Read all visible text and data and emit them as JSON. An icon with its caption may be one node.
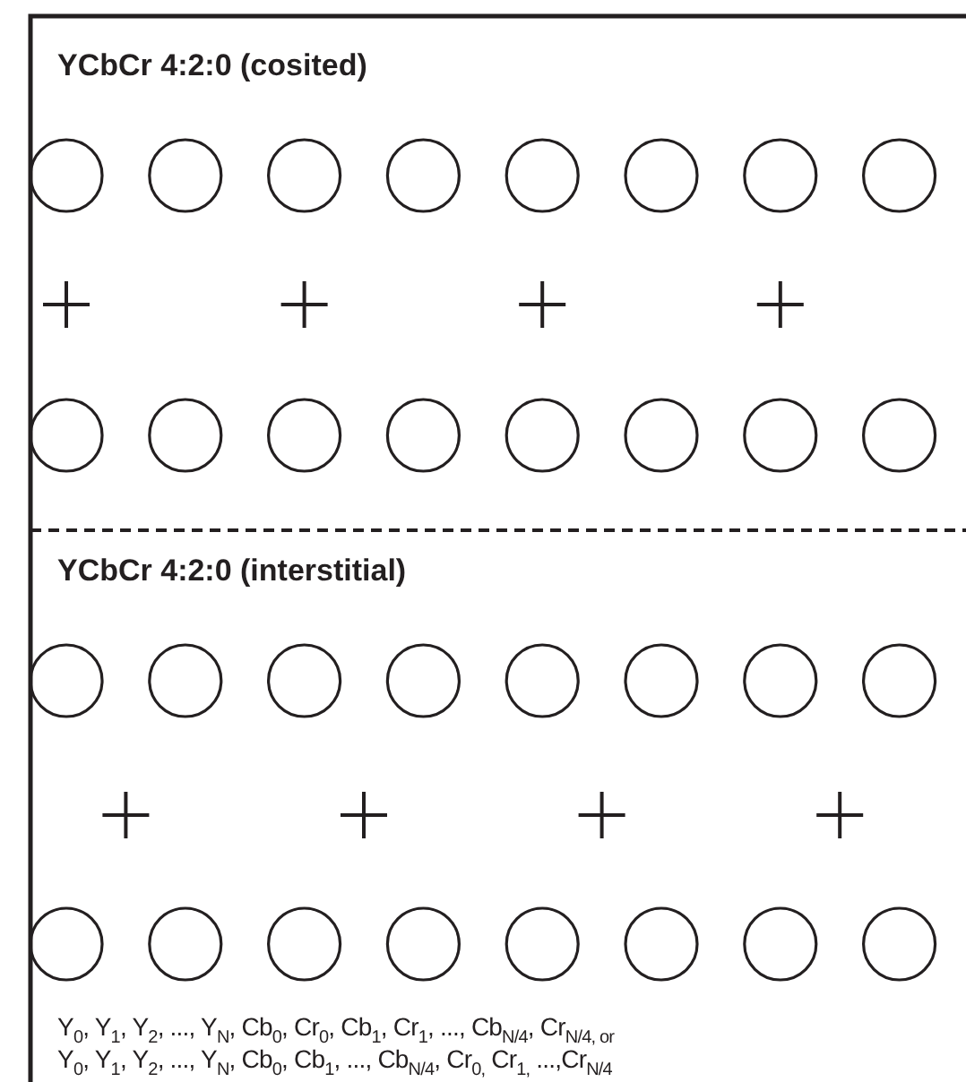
{
  "diagram": {
    "labels": [
      "YCbCr 4:2:0 (cosited)",
      "YCbCr 4:2:0 (interstitial)",
      "Y$_{0}$, Y$_{1}$, Y$_{2}$, ..., Y$_{N}$, Cb$_{0}$, Cr$_{0}$, Cb$_{1}$, Cr$_{1}$, ..., Cb$_{N/4}$, Cr$_{N/4, or}$",
      "Y$_{0}$, Y$_{1}$, Y$_{2}$, ..., Y$_{N}$, Cb$_{0}$, Cb$_{1}$, ..., Cb$_{N/4}$, Cr$_{0,}$ Cr$_{1,}$ ...,Cr$_{N/4}$"
    ]
  }
}
